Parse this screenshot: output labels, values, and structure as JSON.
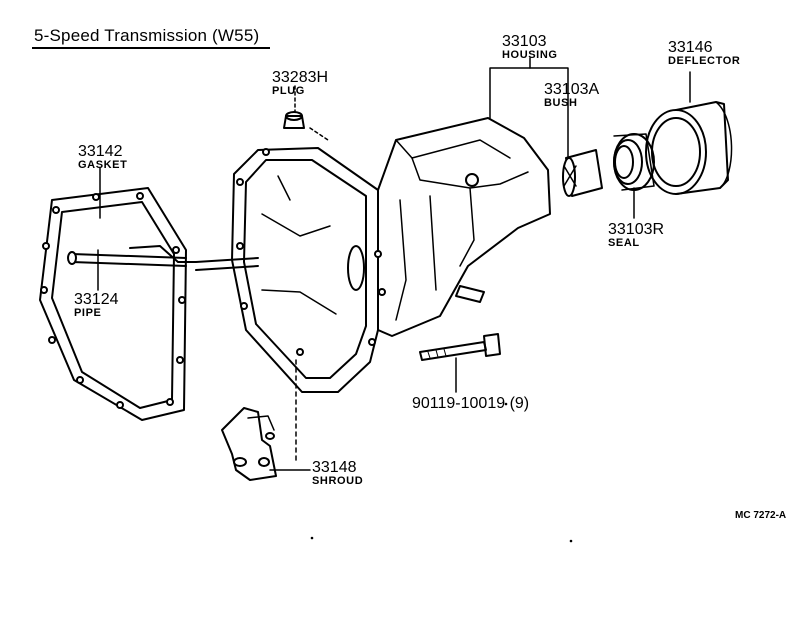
{
  "title": "5-Speed Transmission (W55)",
  "ref_code": "MC  7272-A",
  "parts": {
    "housing": {
      "number": "33103",
      "name": "HOUSING"
    },
    "bush": {
      "number": "33103A",
      "name": "BUSH"
    },
    "deflector": {
      "number": "33146",
      "name": "DEFLECTOR"
    },
    "plug": {
      "number": "33283H",
      "name": "PLUG"
    },
    "gasket": {
      "number": "33142",
      "name": "GASKET"
    },
    "pipe": {
      "number": "33124",
      "name": "PIPE"
    },
    "seal": {
      "number": "33103R",
      "name": "SEAL"
    },
    "bolt": {
      "number": "90119-10019 (9)"
    },
    "shroud": {
      "number": "33148",
      "name": "SHROUD"
    }
  }
}
